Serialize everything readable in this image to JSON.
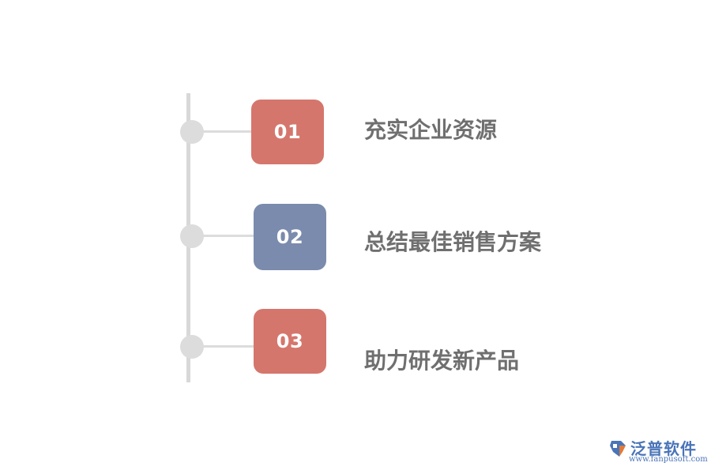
{
  "items": [
    {
      "number": "01",
      "label": "充实企业资源",
      "color": "#d5766d"
    },
    {
      "number": "02",
      "label": "总结最佳销售方案",
      "color": "#7b8bad"
    },
    {
      "number": "03",
      "label": "助力研发新产品",
      "color": "#d5766d"
    }
  ],
  "logo": {
    "name": "泛普软件",
    "url": "www.fanpusoft.com",
    "icon": "fanpu-logo-icon",
    "color": "#4a74b8"
  }
}
